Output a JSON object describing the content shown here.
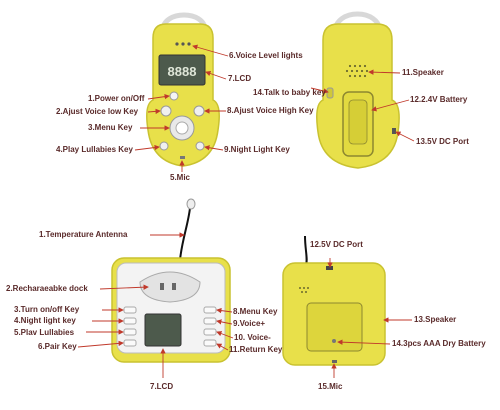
{
  "parent_unit_front": {
    "lcd_display": "8888",
    "labels": {
      "voice_level_lights": "6.Voice Level lights",
      "lcd": "7.LCD",
      "power_on_off": "1.Power on/Off",
      "adjust_voice_low": "2.Ajust Voice low Key",
      "adjust_voice_high": "8.Ajust Voice High Key",
      "menu_key": "3.Menu Key",
      "play_lullabies": "4.Play Lullabies Key",
      "night_light": "9.Night Light Key",
      "mic": "5.Mic"
    }
  },
  "parent_unit_back": {
    "labels": {
      "talk_to_baby": "14.Talk to baby key",
      "speaker": "11.Speaker",
      "battery": "12.2.4V Battery",
      "dc_port": "13.5V DC Port"
    }
  },
  "baby_unit_front": {
    "labels": {
      "temperature_antenna": "1.Temperature Antenna",
      "rechargeable_dock": "2.Recharaeabke dock",
      "turn_on_off": "3.Turn on/off Key",
      "night_light": "4.Night light key",
      "play_lullabies": "5.Plav Lullabies",
      "pair_key": "6.Pair Key",
      "menu_key": "8.Menu Key",
      "voice_plus": "9.Voice+",
      "voice_minus": "10. Voice-",
      "return_key": "11.Return Key",
      "lcd": "7.LCD"
    }
  },
  "baby_unit_back": {
    "labels": {
      "dc_port": "12.5V DC Port",
      "speaker": "13.Speaker",
      "battery": "14.3pcs AAA Dry Battery",
      "mic": "15.Mic"
    }
  },
  "colors": {
    "body_yellow": "#e8e04a",
    "body_yellow_dark": "#c9c230",
    "clip_grey": "#d8d8d8",
    "lcd_bg": "#4d5a4c",
    "lcd_text": "#dfe6d8",
    "arrow_red": "#c0392b",
    "label_text": "#5a2a2a"
  }
}
